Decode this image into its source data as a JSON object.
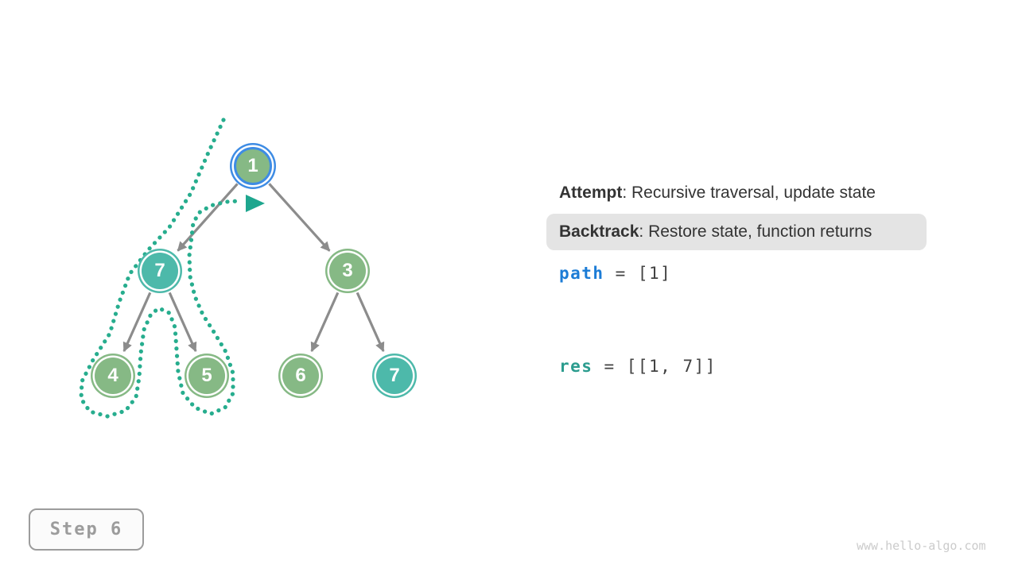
{
  "info_panel": {
    "attempt": {
      "label": "Attempt",
      "text": ": Recursive traversal, update state"
    },
    "backtrack": {
      "label": "Backtrack",
      "text": ": Restore state, function returns"
    },
    "path_line": {
      "var": "path",
      "value": "= [1]"
    },
    "res_line": {
      "var": "res",
      "value": "= [[1, 7]]"
    }
  },
  "tree": {
    "nodes": [
      {
        "label": "1",
        "state": "current"
      },
      {
        "label": "7",
        "state": "visited-teal"
      },
      {
        "label": "3",
        "state": "default-green"
      },
      {
        "label": "4",
        "state": "default-green"
      },
      {
        "label": "5",
        "state": "default-green"
      },
      {
        "label": "6",
        "state": "default-green"
      },
      {
        "label": "7",
        "state": "visited-teal"
      }
    ],
    "edges": [
      [
        0,
        1
      ],
      [
        0,
        2
      ],
      [
        1,
        3
      ],
      [
        1,
        4
      ],
      [
        2,
        5
      ],
      [
        2,
        6
      ]
    ]
  },
  "step_indicator": {
    "label": "Step 6"
  },
  "watermark": "www.hello-algo.com",
  "colors": {
    "node_green": "#86B985",
    "node_teal": "#4DB9AA",
    "highlight_blue": "#3E8CE4",
    "trace_teal": "#27AD8E",
    "edge_gray": "#8C8C8C",
    "path_var_blue": "#1C7CD6",
    "res_var_teal": "#2B9C8E",
    "backtrack_highlight_bg": "#E4E4E4"
  }
}
